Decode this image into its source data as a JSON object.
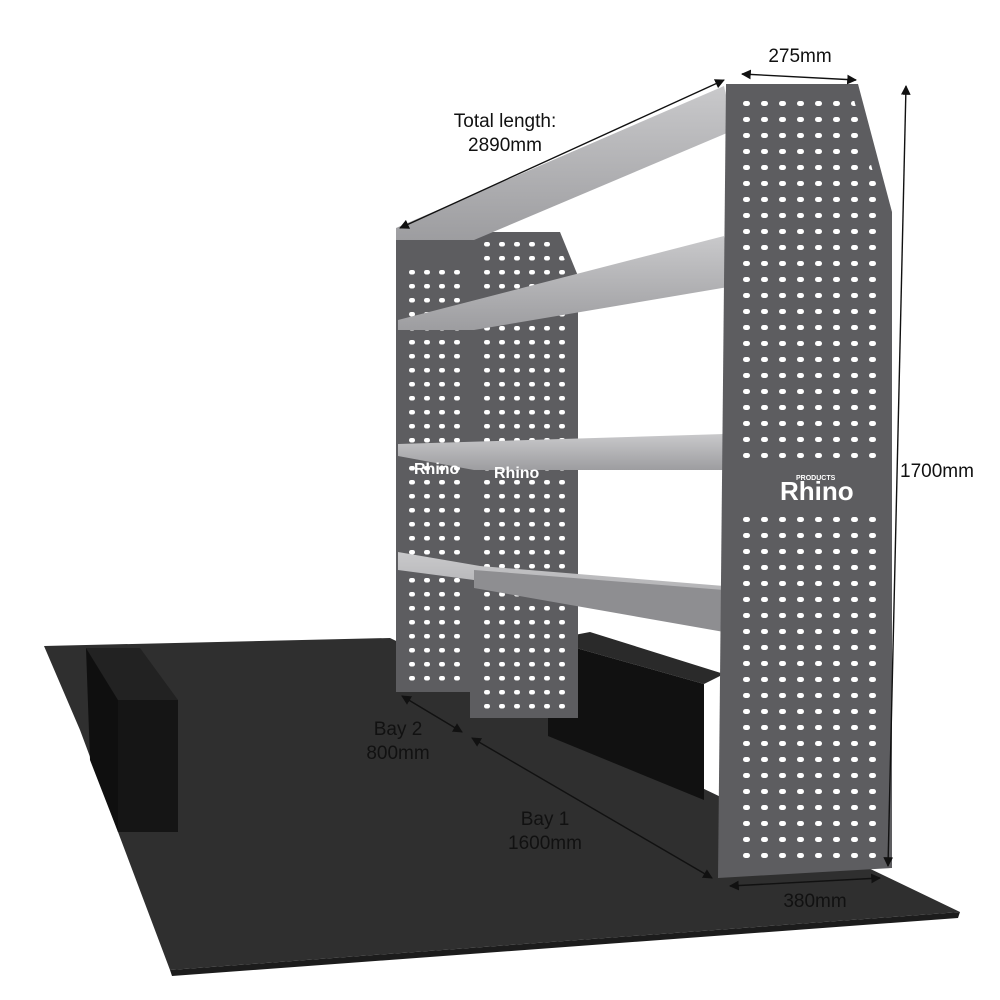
{
  "brand": {
    "logo_text": "Rhino",
    "logo_subtext": "PRODUCTS"
  },
  "dimensions": {
    "depth_top": "275mm",
    "total_length_label": "Total length:",
    "total_length_value": "2890mm",
    "height": "1700mm",
    "bay2_label": "Bay 2",
    "bay2_value": "800mm",
    "bay1_label": "Bay 1",
    "bay1_value": "1600mm",
    "depth_bottom": "380mm"
  },
  "colors": {
    "floor": "#2f2f2f",
    "wheel_arch": "#151515",
    "end_panel": "#5d5d60",
    "shelf": "#b4b4b6",
    "dimension_line": "#111111"
  }
}
